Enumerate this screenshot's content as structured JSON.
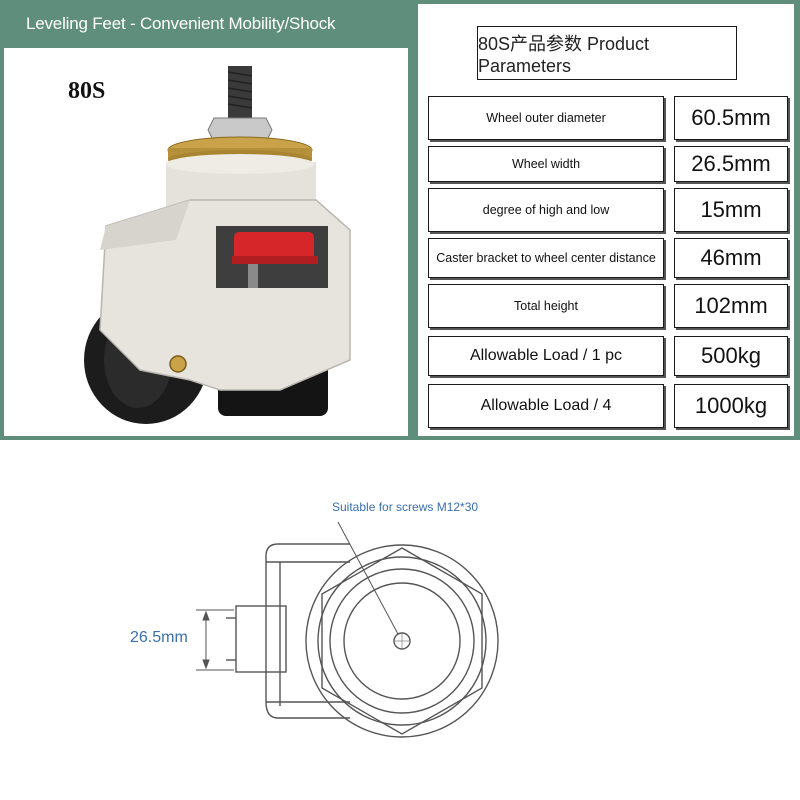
{
  "banner": {
    "text": "Leveling Feet - Convenient Mobility/Shock Absorption"
  },
  "product": {
    "model": "80S"
  },
  "params": {
    "title": "80S产品参数 Product Parameters",
    "rows": [
      {
        "label": "Wheel outer diameter",
        "value": "60.5mm"
      },
      {
        "label": "Wheel width",
        "value": "26.5mm"
      },
      {
        "label": "degree of high and low",
        "value": "15mm"
      },
      {
        "label": "Caster bracket to wheel center distance",
        "value": "46mm"
      },
      {
        "label": "Total height",
        "value": "102mm"
      },
      {
        "label": "Allowable Load / 1 pc",
        "value": "500kg"
      },
      {
        "label": "Allowable Load / 4",
        "value": "1000kg"
      }
    ]
  },
  "drawing": {
    "screw_note": "Suitable for screws M12*30",
    "width_note": "26.5mm"
  },
  "colors": {
    "banner": "#5f8f7c",
    "note": "#3a6fb0",
    "body": "#e6e4dc",
    "wheel": "#1c1c1c",
    "lock": "#d7262a"
  }
}
